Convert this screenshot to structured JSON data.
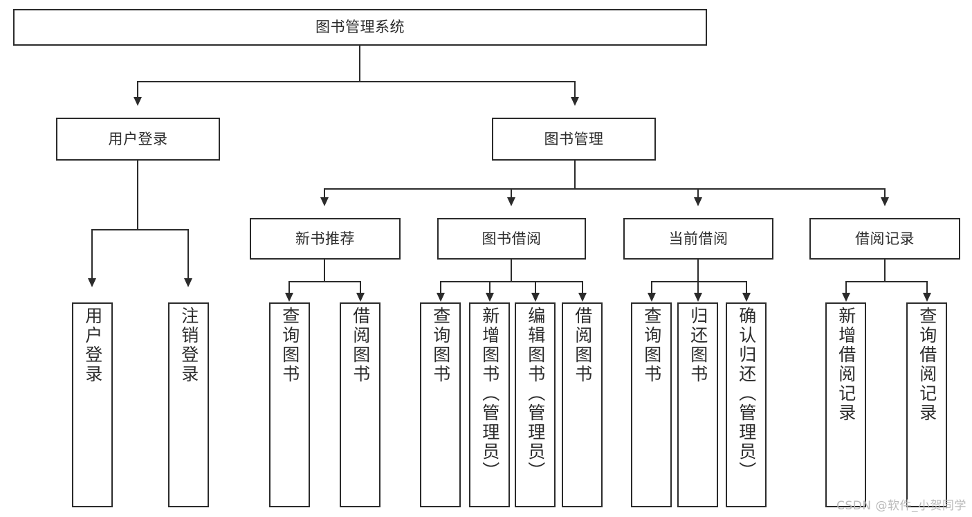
{
  "diagram": {
    "title": "图书管理系统",
    "type": "tree",
    "watermark": "CSDN @软件_小贺同学",
    "colors": {
      "stroke": "#2b2b2b",
      "fill": "#ffffff",
      "background": "#ffffff",
      "watermark": "#b9b9b9"
    },
    "nodes": {
      "root": {
        "label": "图书管理系统"
      },
      "level2": [
        {
          "label": "用户登录"
        },
        {
          "label": "图书管理"
        }
      ],
      "level3": [
        {
          "label": "新书推荐"
        },
        {
          "label": "图书借阅"
        },
        {
          "label": "当前借阅"
        },
        {
          "label": "借阅记录"
        }
      ],
      "leaves": [
        {
          "label": "用户登录"
        },
        {
          "label": "注销登录"
        },
        {
          "label": "查询图书"
        },
        {
          "label": "借阅图书"
        },
        {
          "label": "查询图书"
        },
        {
          "label": "新增图书（管理员）"
        },
        {
          "label": "编辑图书（管理员）"
        },
        {
          "label": "借阅图书"
        },
        {
          "label": "查询图书"
        },
        {
          "label": "归还图书"
        },
        {
          "label": "确认归还（管理员）"
        },
        {
          "label": "新增借阅记录"
        },
        {
          "label": "查询借阅记录"
        }
      ]
    }
  }
}
